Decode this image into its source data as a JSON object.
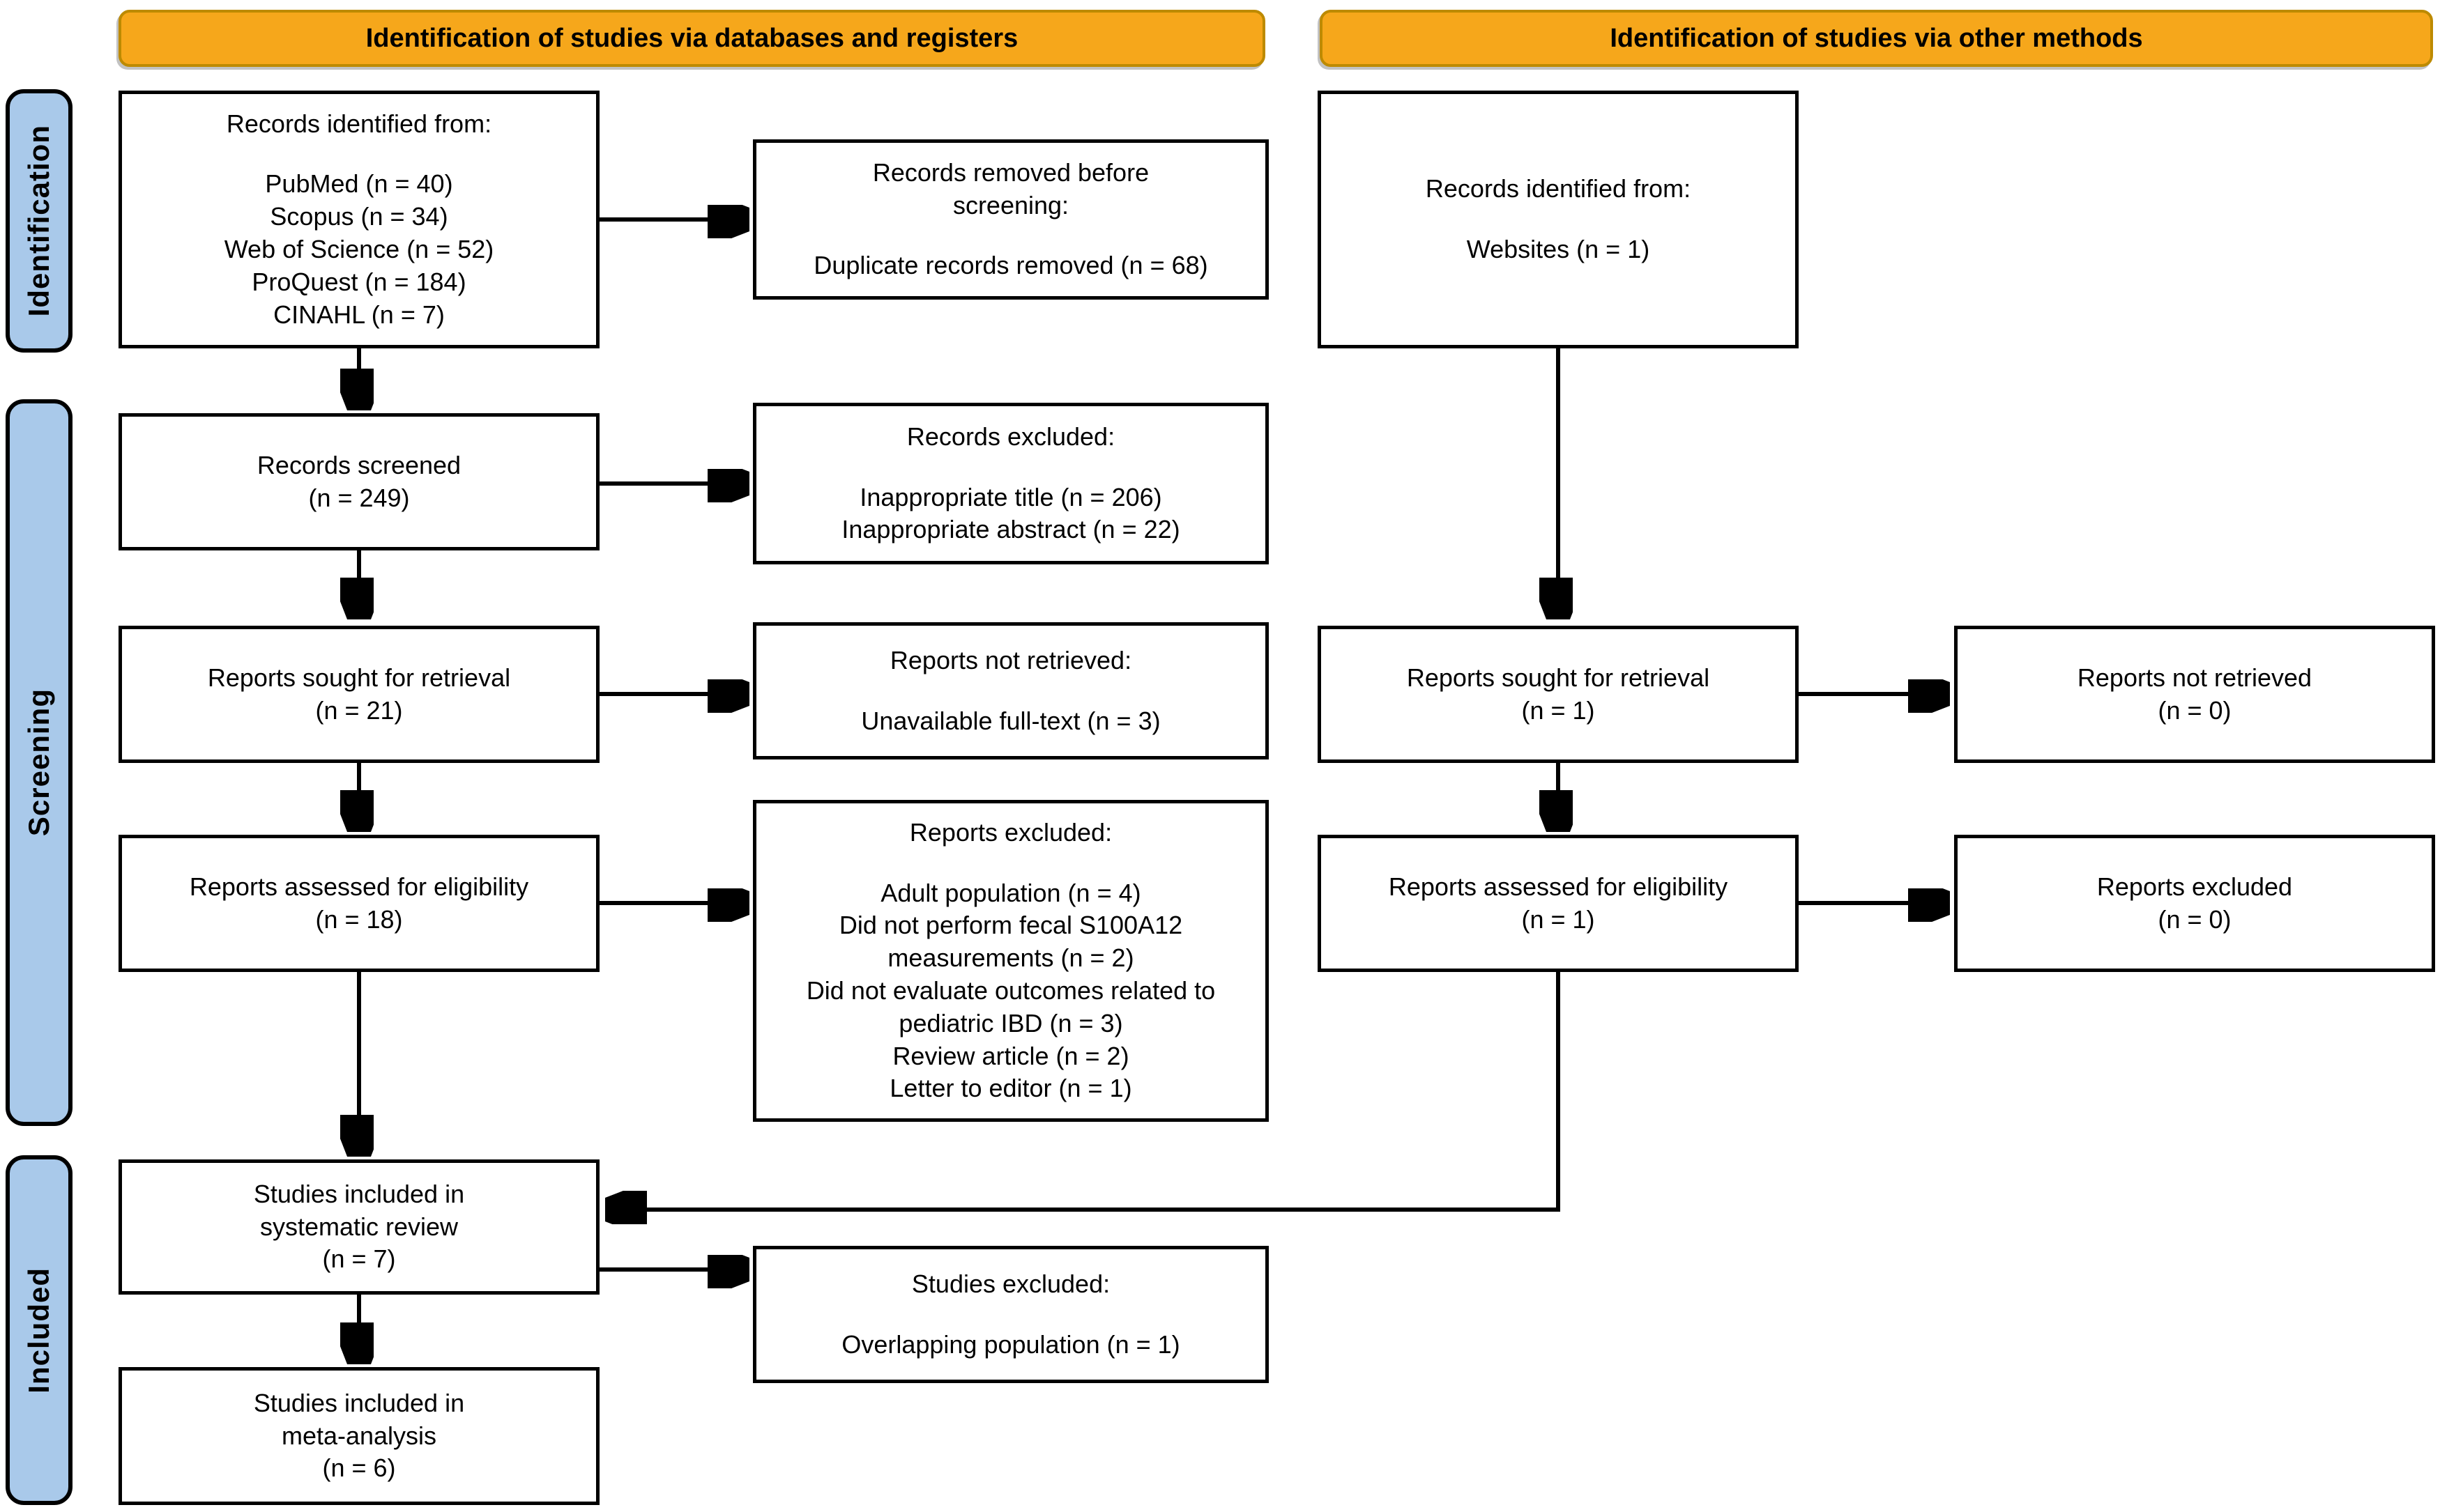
{
  "headers": {
    "databases": "Identification of studies via databases and registers",
    "other_methods": "Identification of studies via other methods"
  },
  "sidebar": {
    "identification": "Identification",
    "screening": "Screening",
    "included": "Included"
  },
  "colors": {
    "header_bg": "#F6A71B",
    "header_border": "#BD8A00",
    "sidebar_bg": "#A9C9EA",
    "line_color": "#000000"
  },
  "boxes": {
    "records_identified_db": {
      "title": "Records identified from:",
      "lines": [
        "PubMed (n = 40)",
        "Scopus (n = 34)",
        "Web of Science (n = 52)",
        "ProQuest (n = 184)",
        "CINAHL (n = 7)"
      ]
    },
    "records_removed": {
      "title": "Records removed before screening:",
      "lines": [
        "Duplicate records removed (n = 68)"
      ]
    },
    "records_identified_other": {
      "title": "Records identified from:",
      "lines": [
        "Websites (n = 1)"
      ]
    },
    "records_screened": {
      "lines": [
        "Records screened",
        "(n = 249)"
      ]
    },
    "records_excluded": {
      "title": "Records excluded:",
      "lines": [
        "Inappropriate title (n = 206)",
        "Inappropriate abstract (n = 22)"
      ]
    },
    "reports_sought_db": {
      "lines": [
        "Reports sought for retrieval",
        "(n = 21)"
      ]
    },
    "reports_not_retrieved_db": {
      "title": "Reports not retrieved:",
      "lines": [
        "Unavailable full-text (n = 3)"
      ]
    },
    "reports_sought_other": {
      "lines": [
        "Reports sought for retrieval",
        "(n = 1)"
      ]
    },
    "reports_not_retrieved_other": {
      "lines": [
        "Reports not retrieved",
        "(n = 0)"
      ]
    },
    "reports_assessed_db": {
      "lines": [
        "Reports assessed for eligibility",
        "(n = 18)"
      ]
    },
    "reports_excluded_db": {
      "title": "Reports excluded:",
      "lines": [
        "Adult population (n = 4)",
        "Did not perform fecal S100A12 measurements (n = 2)",
        "Did not evaluate outcomes related to pediatric IBD (n = 3)",
        "Review article (n = 2)",
        "Letter to editor (n = 1)"
      ]
    },
    "reports_assessed_other": {
      "lines": [
        "Reports assessed for eligibility",
        "(n = 1)"
      ]
    },
    "reports_excluded_other": {
      "lines": [
        "Reports excluded",
        "(n = 0)"
      ]
    },
    "studies_systematic_review": {
      "lines": [
        "Studies included in",
        "systematic review",
        "(n = 7)"
      ]
    },
    "studies_excluded": {
      "title": "Studies excluded:",
      "lines": [
        "Overlapping population (n = 1)"
      ]
    },
    "studies_meta_analysis": {
      "lines": [
        "Studies included in",
        "meta-analysis",
        "(n = 6)"
      ]
    }
  }
}
